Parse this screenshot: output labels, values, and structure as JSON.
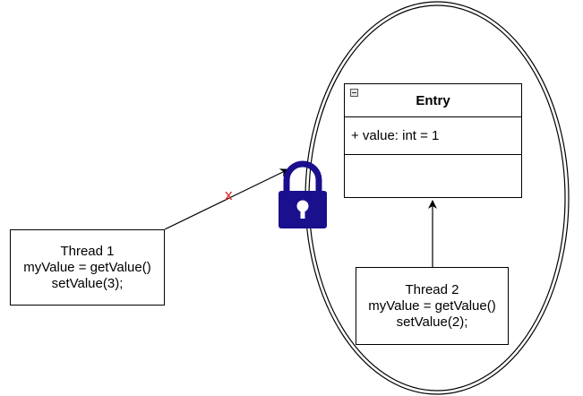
{
  "thread1": {
    "title": "Thread 1",
    "line1": "myValue = getValue()",
    "line2": "setValue(3);"
  },
  "thread2": {
    "title": "Thread 2",
    "line1": "myValue = getValue()",
    "line2": "setValue(2);"
  },
  "entry": {
    "class_name": "Entry",
    "attribute": "+ value: int = 1"
  },
  "blocked_mark": "x",
  "colors": {
    "lock": "#1a0f8c",
    "blocked_mark": "#e02020",
    "stroke": "#000000"
  },
  "icons": [
    "padlock-icon",
    "collapse-icon"
  ]
}
